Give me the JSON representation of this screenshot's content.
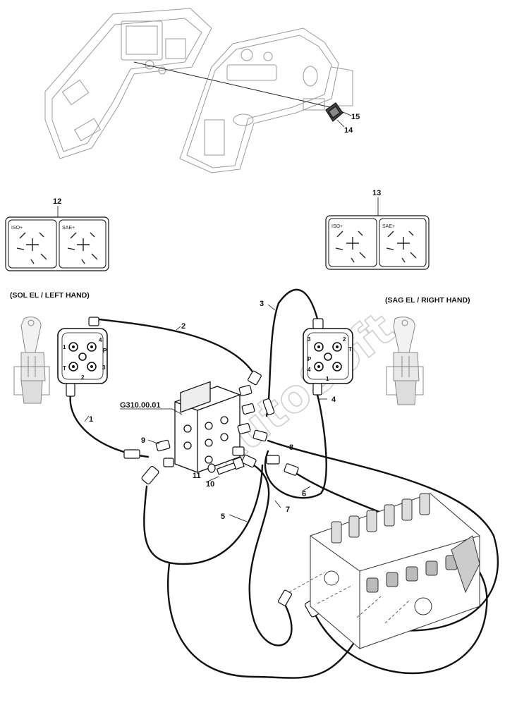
{
  "callouts": {
    "c1": "1",
    "c2": "2",
    "c3": "3",
    "c4": "4",
    "c5": "5",
    "c6": "6",
    "c7": "7",
    "c8": "8",
    "c9": "9",
    "c10": "10",
    "c11": "11",
    "c12": "12",
    "c13": "13",
    "c14": "14",
    "c15": "15"
  },
  "part_code": "G310.00.01",
  "left_hand_title": "(SOL EL / LEFT HAND)",
  "right_hand_title": "(SAG EL / RIGHT HAND)",
  "pattern_labels": {
    "iso": "ISO+",
    "sae": "SAE+"
  },
  "left_ports": {
    "p1": "1",
    "p2": "2",
    "p3": "3",
    "p4": "4",
    "t": "T",
    "p": "P"
  },
  "right_ports": {
    "p1": "1",
    "p2": "2",
    "p3": "3",
    "p4": "4",
    "t": "T",
    "p": "P"
  },
  "watermark": "AutoSoft"
}
